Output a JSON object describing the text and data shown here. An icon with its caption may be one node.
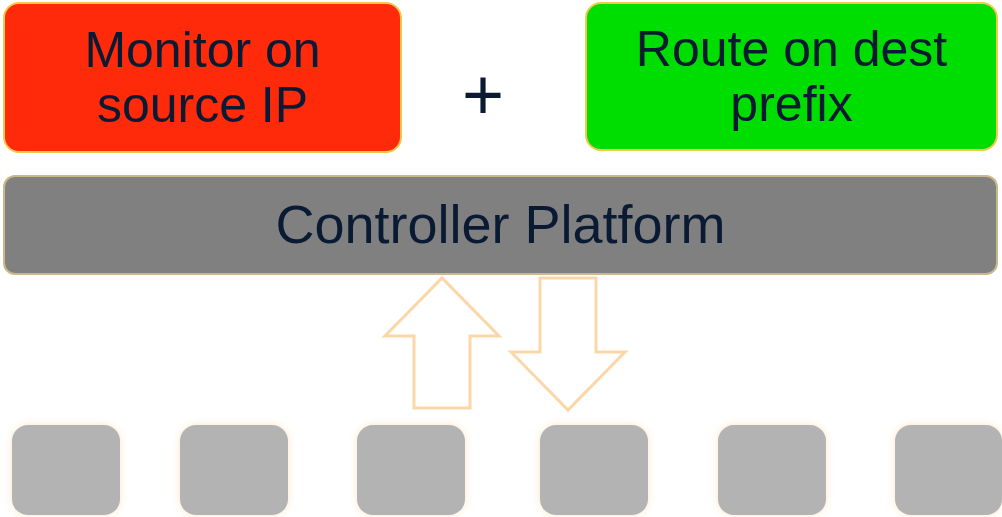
{
  "diagram": {
    "nodes": [
      {
        "text": [
          "Monitor on source IP"
        ]
      },
      {
        "text": [
          "Route on dest prefix"
        ]
      },
      {
        "text": [
          "Controller Platform"
        ]
      },
      {
        "text": [],
        "shape": "box"
      },
      {
        "text": [],
        "shape": "box"
      },
      {
        "text": [],
        "shape": "box"
      },
      {
        "text": [],
        "shape": "box"
      },
      {
        "text": [],
        "shape": "box"
      },
      {
        "text": [],
        "shape": "box"
      }
    ],
    "edges": [
      {
        "from": 5,
        "to": 2,
        "arrow": "to",
        "style": "thick"
      },
      {
        "from": 2,
        "to": 6,
        "arrow": "to",
        "style": "thick"
      }
    ],
    "labels": [
      "+"
    ]
  }
}
